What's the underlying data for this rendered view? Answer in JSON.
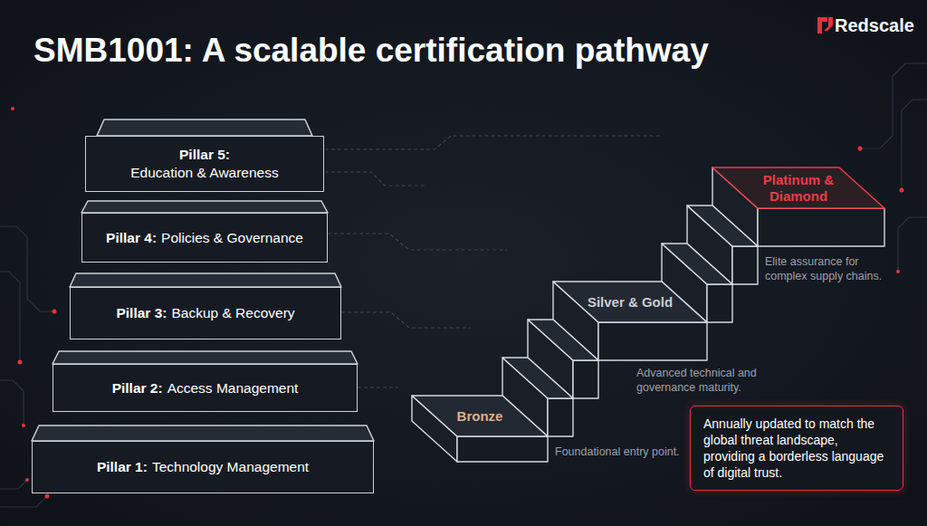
{
  "diagram": {
    "title": "SMB1001: A scalable certification pathway",
    "nodes": [
      {
        "text": [
          "Pillar 5:",
          "Education & Awareness"
        ]
      },
      {
        "text": [
          "Pillar 4:",
          "Policies & Governance"
        ]
      },
      {
        "text": [
          "Pillar 3:",
          "Backup & Recovery"
        ]
      },
      {
        "text": [
          "Pillar 2:",
          "Access Management"
        ]
      },
      {
        "text": [
          "Pillar 1:",
          "Technology Management"
        ]
      },
      {
        "text": [
          "Platinum & Diamond"
        ]
      },
      {
        "text": [
          "Silver & Gold"
        ]
      },
      {
        "text": [
          "Bronze"
        ]
      },
      {
        "text": [
          "Annually updated to match the global threat landscape, providing a borderless language of digital trust."
        ]
      }
    ],
    "labels": [
      "Redscale",
      "Elite assurance for complex supply chains.",
      "Advanced technical and governance maturity.",
      "Foundational entry point."
    ]
  }
}
